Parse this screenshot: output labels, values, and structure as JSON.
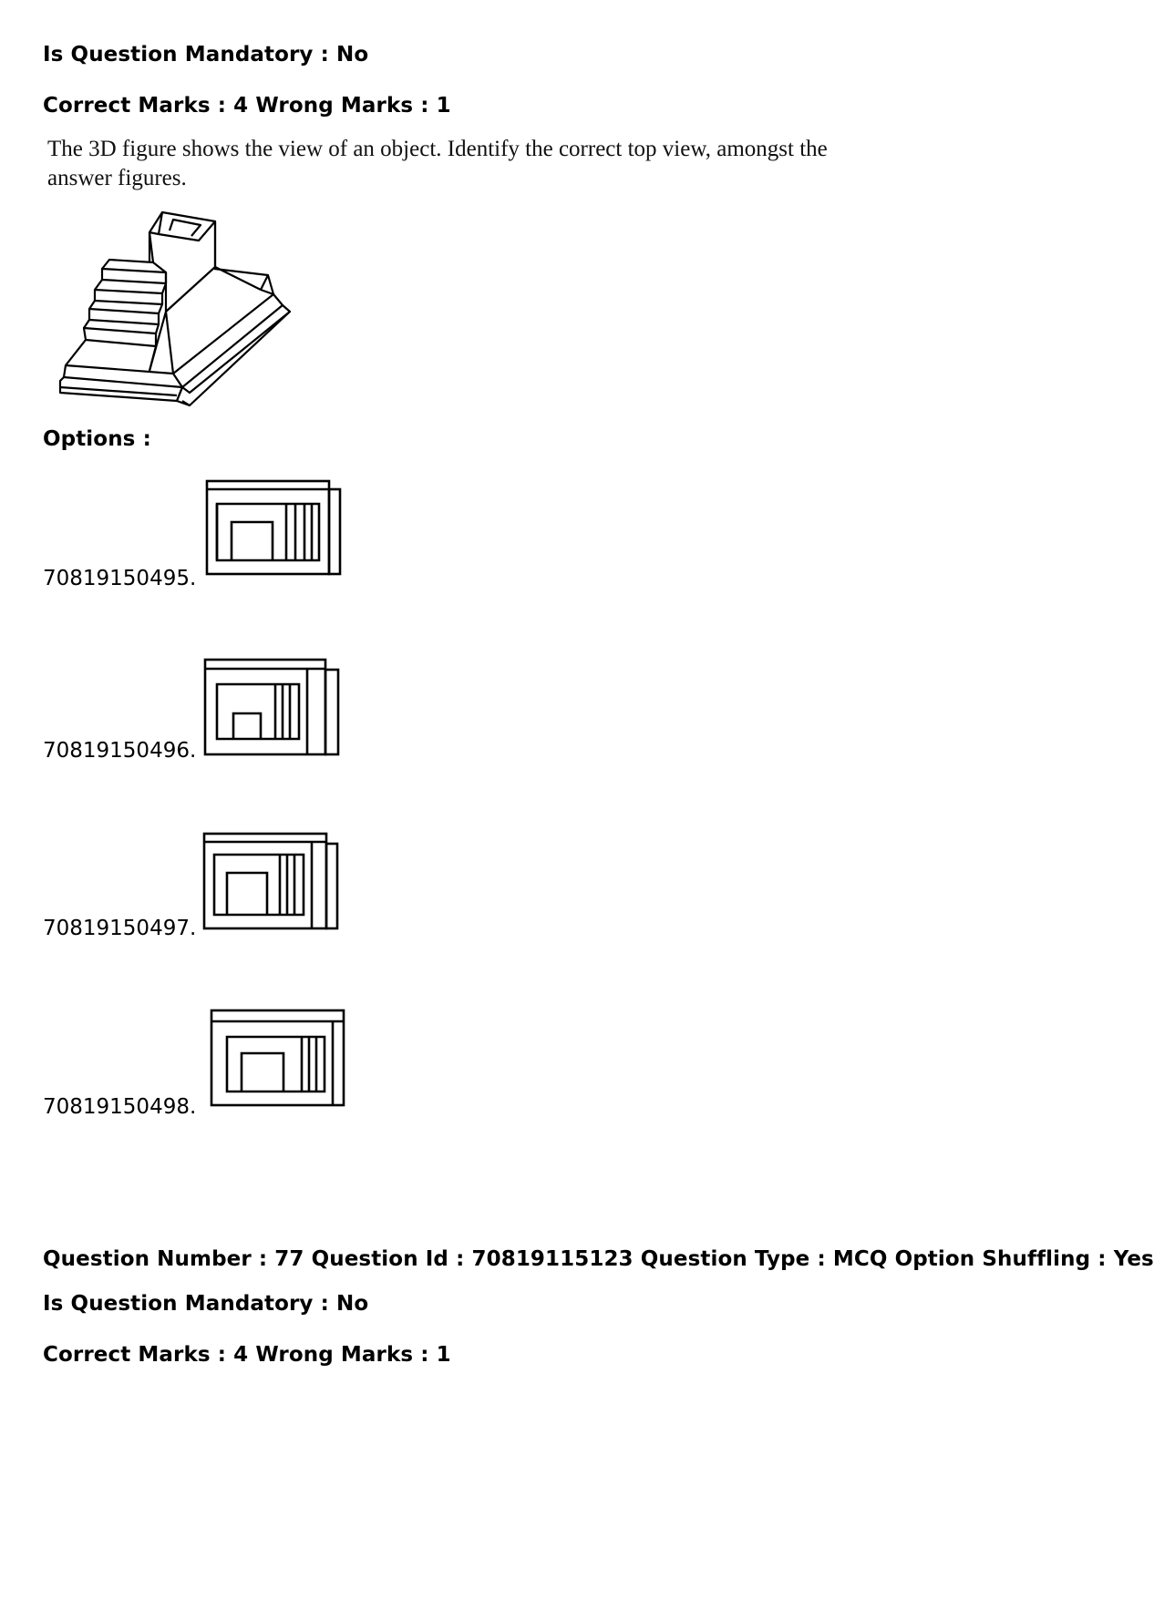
{
  "header": {
    "mandatory": "Is Question Mandatory : No",
    "marks": "Correct Marks : 4 Wrong Marks : 1"
  },
  "question": {
    "text_line1": "The 3D figure shows the view of an object.  Identify the correct top view,  amongst the",
    "text_line2": "answer figures."
  },
  "options_heading": "Options :",
  "options": [
    {
      "label": "70819150495."
    },
    {
      "label": "70819150496."
    },
    {
      "label": "70819150497."
    },
    {
      "label": "70819150498."
    }
  ],
  "next_question": {
    "info": "Question Number : 77 Question Id : 70819115123 Question Type : MCQ Option Shuffling : Yes",
    "mandatory": "Is Question Mandatory : No",
    "marks": "Correct Marks : 4 Wrong Marks : 1"
  }
}
